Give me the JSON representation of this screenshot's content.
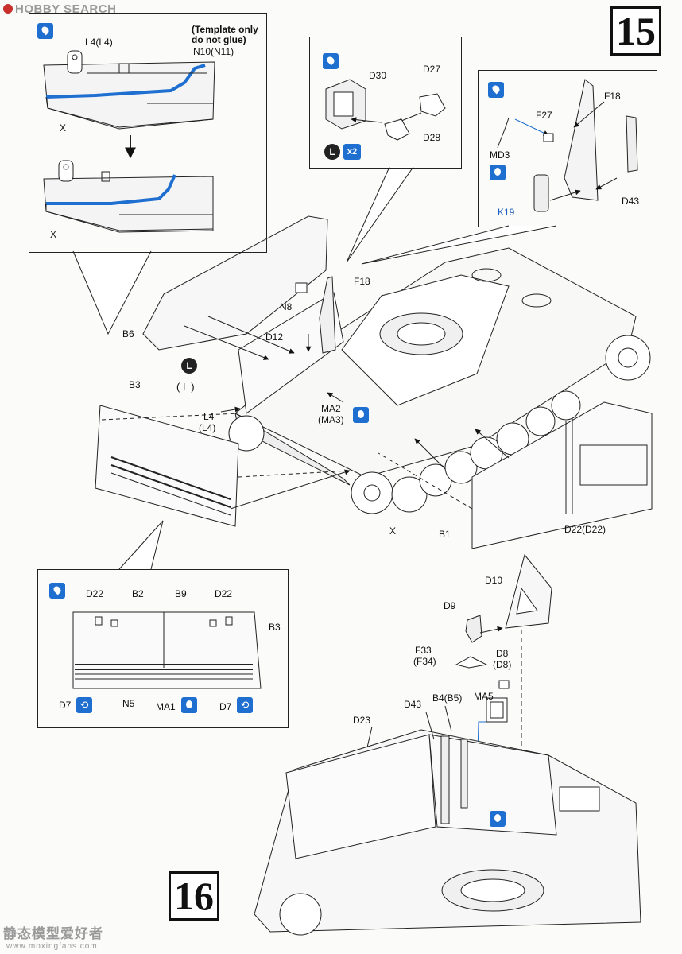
{
  "watermark": {
    "top": "HOBBY SEARCH",
    "bottom_cn": "静态模型爱好者",
    "bottom_url": "www.moxingfans.com"
  },
  "steps": {
    "a": "15",
    "b": "16"
  },
  "top_panel": {
    "label_l4": "L4(L4)",
    "label_template": "(Template only\ndo not glue)",
    "label_n10": "N10(N11)",
    "label_x1": "X",
    "label_x2": "X"
  },
  "d30_panel": {
    "d30": "D30",
    "d27": "D27",
    "d28": "D28",
    "qty": "x2",
    "l_icon": "L"
  },
  "f18_panel": {
    "f18": "F18",
    "f27": "F27",
    "md3": "MD3",
    "k19": "K19",
    "d43": "D43"
  },
  "main": {
    "f18": "F18",
    "n8": "N8",
    "b6": "B6",
    "d12": "D12",
    "b3": "B3",
    "l_icon": "L",
    "l_paren": "( L )",
    "l4": "L4",
    "l4b": "(L4)",
    "ma2": "MA2",
    "ma3": "(MA3)",
    "x": "X",
    "b1": "B1",
    "d22": "D22(D22)"
  },
  "bottom_panel": {
    "d22a": "D22",
    "b2": "B2",
    "b9": "B9",
    "d22b": "D22",
    "b3": "B3",
    "d7a": "D7",
    "n5": "N5",
    "ma1": "MA1",
    "d7b": "D7"
  },
  "step16": {
    "d10": "D10",
    "d9": "D9",
    "f33": "F33",
    "f34": "(F34)",
    "d8": "D8",
    "d8b": "(D8)",
    "ma5": "MA5",
    "d43": "D43",
    "b4": "B4(B5)",
    "d23": "D23"
  }
}
